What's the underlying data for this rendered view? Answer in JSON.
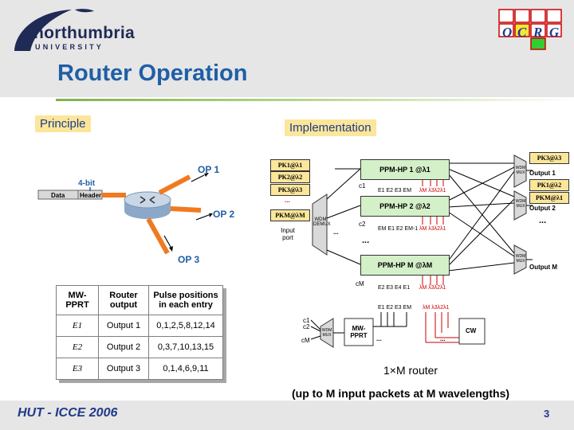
{
  "header": {
    "university": "northumbria",
    "university_sub": "UNIVERSITY",
    "title": "Router Operation",
    "ocrg": [
      "O",
      "C",
      "R",
      "G"
    ]
  },
  "labels": {
    "principle": "Principle",
    "implementation": "Implementation"
  },
  "principle": {
    "four_bit": "4-bit",
    "data": "Data",
    "header_cell": "Header",
    "outputs": [
      "OP 1",
      "OP 2",
      "OP 3"
    ]
  },
  "table": {
    "headers": [
      "MW-PPRT",
      "Router output",
      "Pulse positions in each entry"
    ],
    "rows": [
      {
        "e": "E1",
        "output": "Output 1",
        "pulses": "0,1,2,5,8,12,14"
      },
      {
        "e": "E2",
        "output": "Output 2",
        "pulses": "0,3,7,10,13,15"
      },
      {
        "e": "E3",
        "output": "Output 3",
        "pulses": "0,1,4,6,9,11"
      }
    ]
  },
  "implementation": {
    "packets_in": [
      "PK1@λ1",
      "PK2@λ2",
      "PK3@λ3",
      "...",
      "PKM@λM"
    ],
    "demux": "WDM DEMUX",
    "input_port": "Input port",
    "hp_blocks": [
      "PPM-HP 1 @λ1",
      "PPM-HP 2 @λ2",
      "PPM-HP M @λM"
    ],
    "ctrl": [
      "c1",
      "c2",
      "cM"
    ],
    "packets_out": [
      "PK3@λ3",
      "PK1@λ2",
      "PKM@λ1"
    ],
    "mux": "WDM MUX",
    "outputs": [
      "Output 1",
      "Output 2",
      "Output M"
    ],
    "mwpprt": "MW-PPRT",
    "cw": "CW",
    "ellipsis": "...",
    "e_labels_1": "E1 E2 E3 EM",
    "e_labels_2": "EM E1 E2 EM-1",
    "e_labels_3": "E2 E3 E4 E1",
    "lambda_labels_1": "λM λ3λ2λ1",
    "lambda_labels_2": "λM λ3λ2λ1",
    "lambda_labels_3": "λM λ3λ2λ1",
    "bottom_e": "E1 E2 E3 EM",
    "bottom_lambda": "λM λ3λ2λ1"
  },
  "caption": {
    "router": "1×M router",
    "sub": "(up to M input packets at M wavelengths)"
  },
  "footer": {
    "left": "HUT - ICCE 2006",
    "page": "3"
  },
  "colors": {
    "title": "#1f5fa6",
    "accent_green": "#7fb24a",
    "label_bg": "#fbe69a",
    "arrow_orange": "#f07a1f",
    "hp_fill": "#d4f0c8"
  }
}
